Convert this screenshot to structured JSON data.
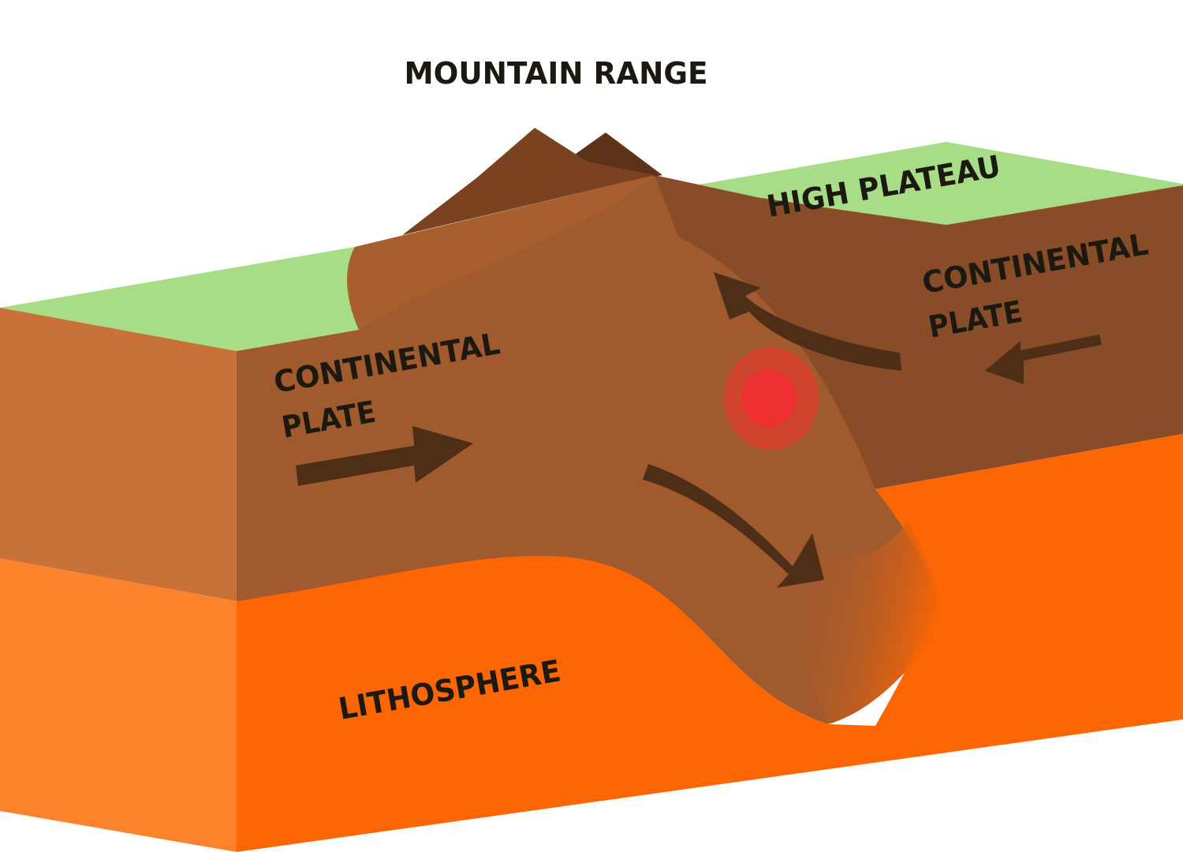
{
  "labels": {
    "mountain_range": "MOUNTAIN RANGE",
    "high_plateau": "HIGH PLATEAU",
    "left_plate_line1": "CONTINENTAL",
    "left_plate_line2": "PLATE",
    "right_plate_line1": "CONTINENTAL",
    "right_plate_line2": "PLATE",
    "lithosphere": "LITHOSPHERE"
  },
  "colors": {
    "surface_green": "#a8dd88",
    "crust_front": "#c87138",
    "crust_left_plate": "#a05a2e",
    "crust_right_plate": "#894c28",
    "mountain_light": "#a85f2e",
    "mountain_dark": "#5c3219",
    "lithosphere_front": "#fd822c",
    "lithosphere_side": "#fd6602",
    "arrow": "#4f2e17",
    "hotspot_outer": "#d8402c",
    "hotspot_inner": "#ef3030"
  },
  "icons": {
    "collision_point": "hotspot-icon",
    "plate_motion": "arrow-icon"
  }
}
